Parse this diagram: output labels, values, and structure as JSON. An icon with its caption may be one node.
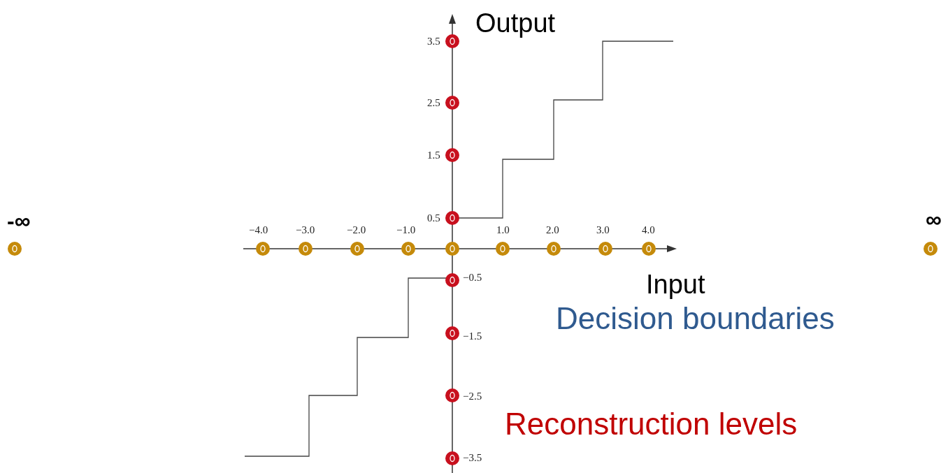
{
  "diagram": {
    "labels": [
      "Output",
      "3.5",
      "2.5",
      "1.5",
      "-∞",
      "0.5",
      "∞",
      "−4.0",
      "−3.0",
      "−2.0",
      "−1.0",
      "1.0",
      "2.0",
      "3.0",
      "4.0",
      "−0.5",
      "Input",
      "Decision boundaries",
      "−1.5",
      "−2.5",
      "Reconstruction levels",
      "−3.5"
    ]
  }
}
